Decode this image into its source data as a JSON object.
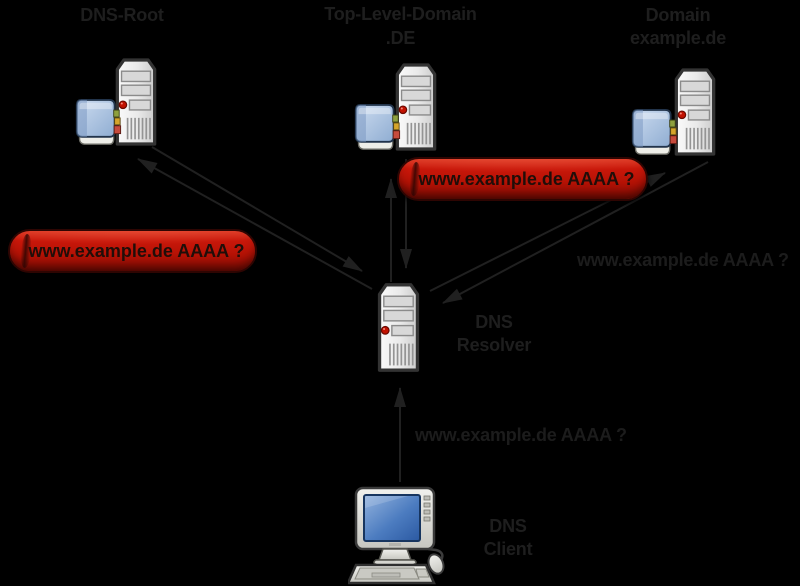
{
  "nodes": {
    "root": {
      "label": "DNS-Root"
    },
    "tld": {
      "line1": "Top-Level-Domain",
      "line2": ".DE"
    },
    "domain": {
      "line1": "Domain",
      "line2": "example.de"
    },
    "resolver": {
      "line1": "DNS",
      "line2": "Resolver"
    },
    "client": {
      "line1": "DNS",
      "line2": "Client"
    }
  },
  "messages": {
    "root_query_bubble": "www.example.de AAAA ?",
    "tld_query_bubble": "www.example.de AAAA ?",
    "domain_query_text": "www.example.de AAAA ?",
    "client_query_text": "www.example.de AAAA ?"
  },
  "colors": {
    "background": "#000000",
    "bubble_red": "#c01407",
    "bubble_border": "#2e0502",
    "label_gray": "#1e1e1e",
    "arrow_gray": "#202020",
    "screen_blue": "#4c7cc0",
    "book_blue": "#a9c0dd"
  }
}
